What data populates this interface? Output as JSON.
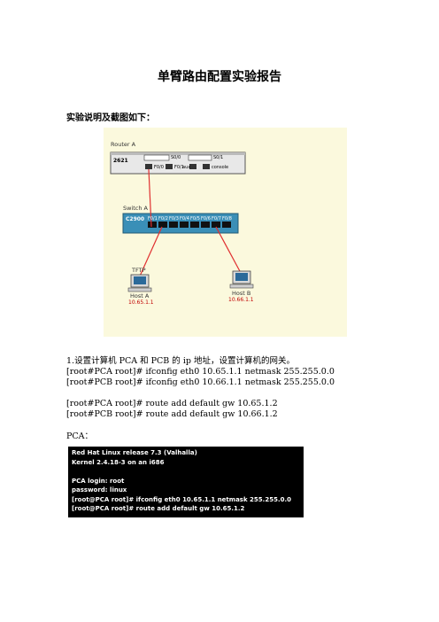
{
  "title": "单臂路由配置实验报告",
  "intro": "实验说明及截图如下：",
  "diagram": {
    "router_label": "Router A",
    "router_model": "2621",
    "router_ports": {
      "s0_0": "S0/0",
      "s0_1": "S0/1",
      "f0_0": "F0/0",
      "f0_1": "F0/1",
      "aux": "aux",
      "console": "console"
    },
    "switch_label": "Switch A",
    "switch_model": "C2900",
    "switch_ports": [
      "F0/1",
      "F0/2",
      "F0/3",
      "F0/4",
      "F0/5",
      "F0/6",
      "F0/7",
      "F0/8"
    ],
    "tftp_label": "TFTP",
    "host_a_label": "Host A",
    "host_a_ip": "10.65.1.1",
    "host_b_label": "Host B",
    "host_b_ip": "10.66.1.1",
    "link_color": "#e03030"
  },
  "steps": {
    "step1": "1.设置计算机 PCA 和 PCB 的 ip 地址，设置计算机的网关。",
    "cmd1": "[root#PCA root]# ifconfig eth0 10.65.1.1 netmask 255.255.0.0",
    "cmd2": "[root#PCB root]# ifconfig eth0 10.66.1.1 netmask 255.255.0.0",
    "cmd3": "[root#PCA root]# route add default gw 10.65.1.2",
    "cmd4": "[root#PCB root]# route add default gw 10.66.1.2",
    "pca_label": "PCA："
  },
  "terminal": {
    "lines": [
      "Red Hat Linux release 7.3 (Valhalla)",
      "Kernel 2.4.18-3 on an i686",
      "",
      "PCA login: root",
      "password: linux",
      "[root@PCA root]# ifconfig eth0 10.65.1.1 netmask 255.255.0.0",
      "[root@PCA root]# route add default gw 10.65.1.2"
    ]
  }
}
